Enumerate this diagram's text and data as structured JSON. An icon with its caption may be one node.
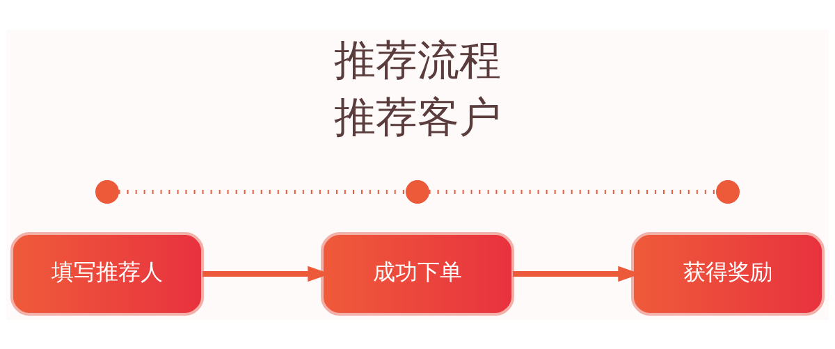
{
  "diagram": {
    "title": "推荐流程",
    "nodes": [
      {
        "text": [
          "填写推荐人"
        ]
      },
      {
        "text": [
          "成功下单"
        ]
      },
      {
        "text": [
          "获得奖励"
        ]
      },
      {
        "text": [],
        "shape": "circle"
      },
      {
        "text": [],
        "shape": "circle"
      },
      {
        "text": [],
        "shape": "circle"
      }
    ],
    "edges": [
      {
        "from": 0,
        "to": 1,
        "arrow": "to"
      },
      {
        "from": 1,
        "to": 2,
        "arrow": "to"
      },
      {
        "from": 3,
        "to": 4,
        "arrow": "none",
        "style": "dashed"
      },
      {
        "from": 4,
        "to": 5,
        "arrow": "none",
        "style": "dashed"
      }
    ],
    "labels": [
      "推荐客户"
    ]
  }
}
